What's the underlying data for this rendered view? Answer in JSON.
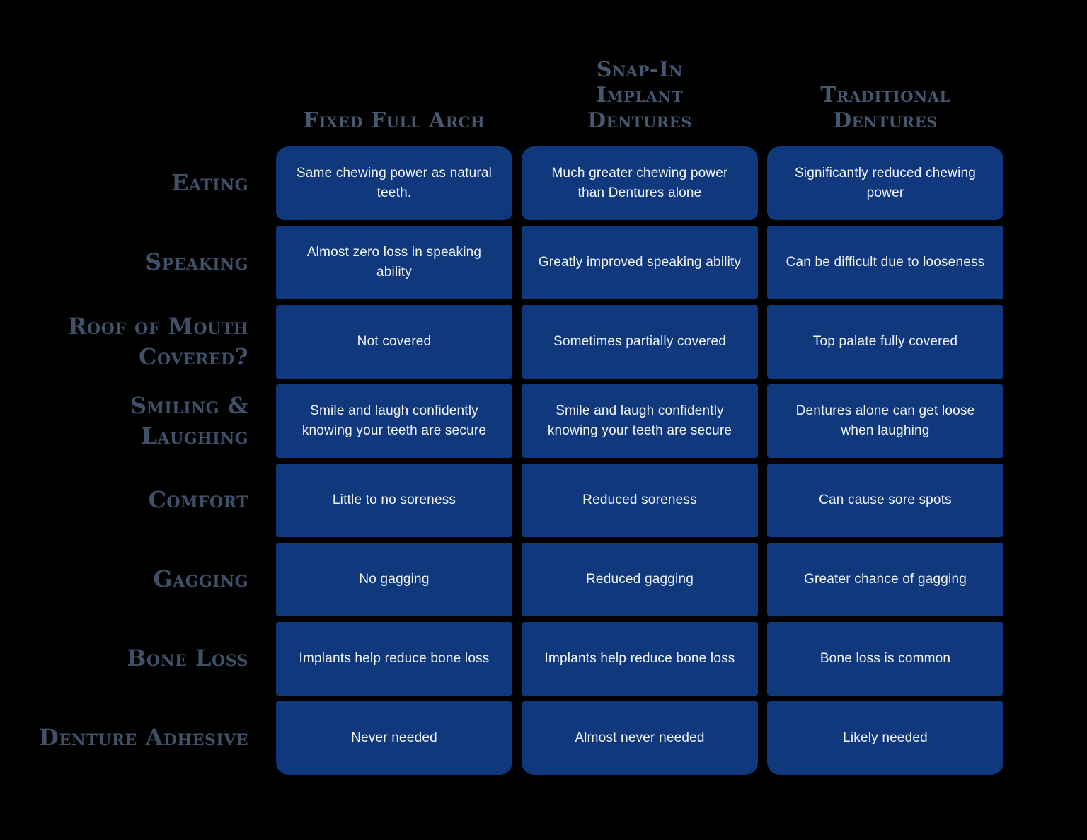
{
  "colors": {
    "background": "#000000",
    "cell_background": "#10387d",
    "cell_text": "#f3f6fa",
    "column_header_text": "#46586f",
    "row_label_text": "#3e5168"
  },
  "table": {
    "columns": [
      {
        "label": "Fixed Full Arch"
      },
      {
        "label": "Snap-In\nImplant\nDentures"
      },
      {
        "label": "Traditional\nDentures"
      }
    ],
    "rows": [
      {
        "label": "Eating",
        "cells": [
          "Same chewing power as natural\nteeth.",
          "Much greater chewing power\nthan Dentures alone",
          "Significantly reduced chewing\npower"
        ]
      },
      {
        "label": "Speaking",
        "cells": [
          "Almost zero loss in speaking\nability",
          "Greatly improved speaking ability",
          "Can be difficult due to looseness"
        ]
      },
      {
        "label": "Roof of Mouth\nCovered?",
        "cells": [
          "Not covered",
          "Sometimes partially covered",
          "Top palate fully covered"
        ]
      },
      {
        "label": "Smiling &\nLaughing",
        "cells": [
          "Smile and laugh confidently\nknowing your teeth are secure",
          "Smile and laugh confidently\nknowing your teeth are secure",
          "Dentures alone can get loose\nwhen laughing"
        ]
      },
      {
        "label": "Comfort",
        "cells": [
          "Little to no soreness",
          "Reduced soreness",
          "Can cause sore spots"
        ]
      },
      {
        "label": "Gagging",
        "cells": [
          "No gagging",
          "Reduced gagging",
          "Greater chance of gagging"
        ]
      },
      {
        "label": "Bone Loss",
        "cells": [
          "Implants help reduce bone loss",
          "Implants help reduce bone loss",
          "Bone loss is common"
        ]
      },
      {
        "label": "Denture Adhesive",
        "cells": [
          "Never needed",
          "Almost never needed",
          "Likely needed"
        ]
      }
    ]
  }
}
